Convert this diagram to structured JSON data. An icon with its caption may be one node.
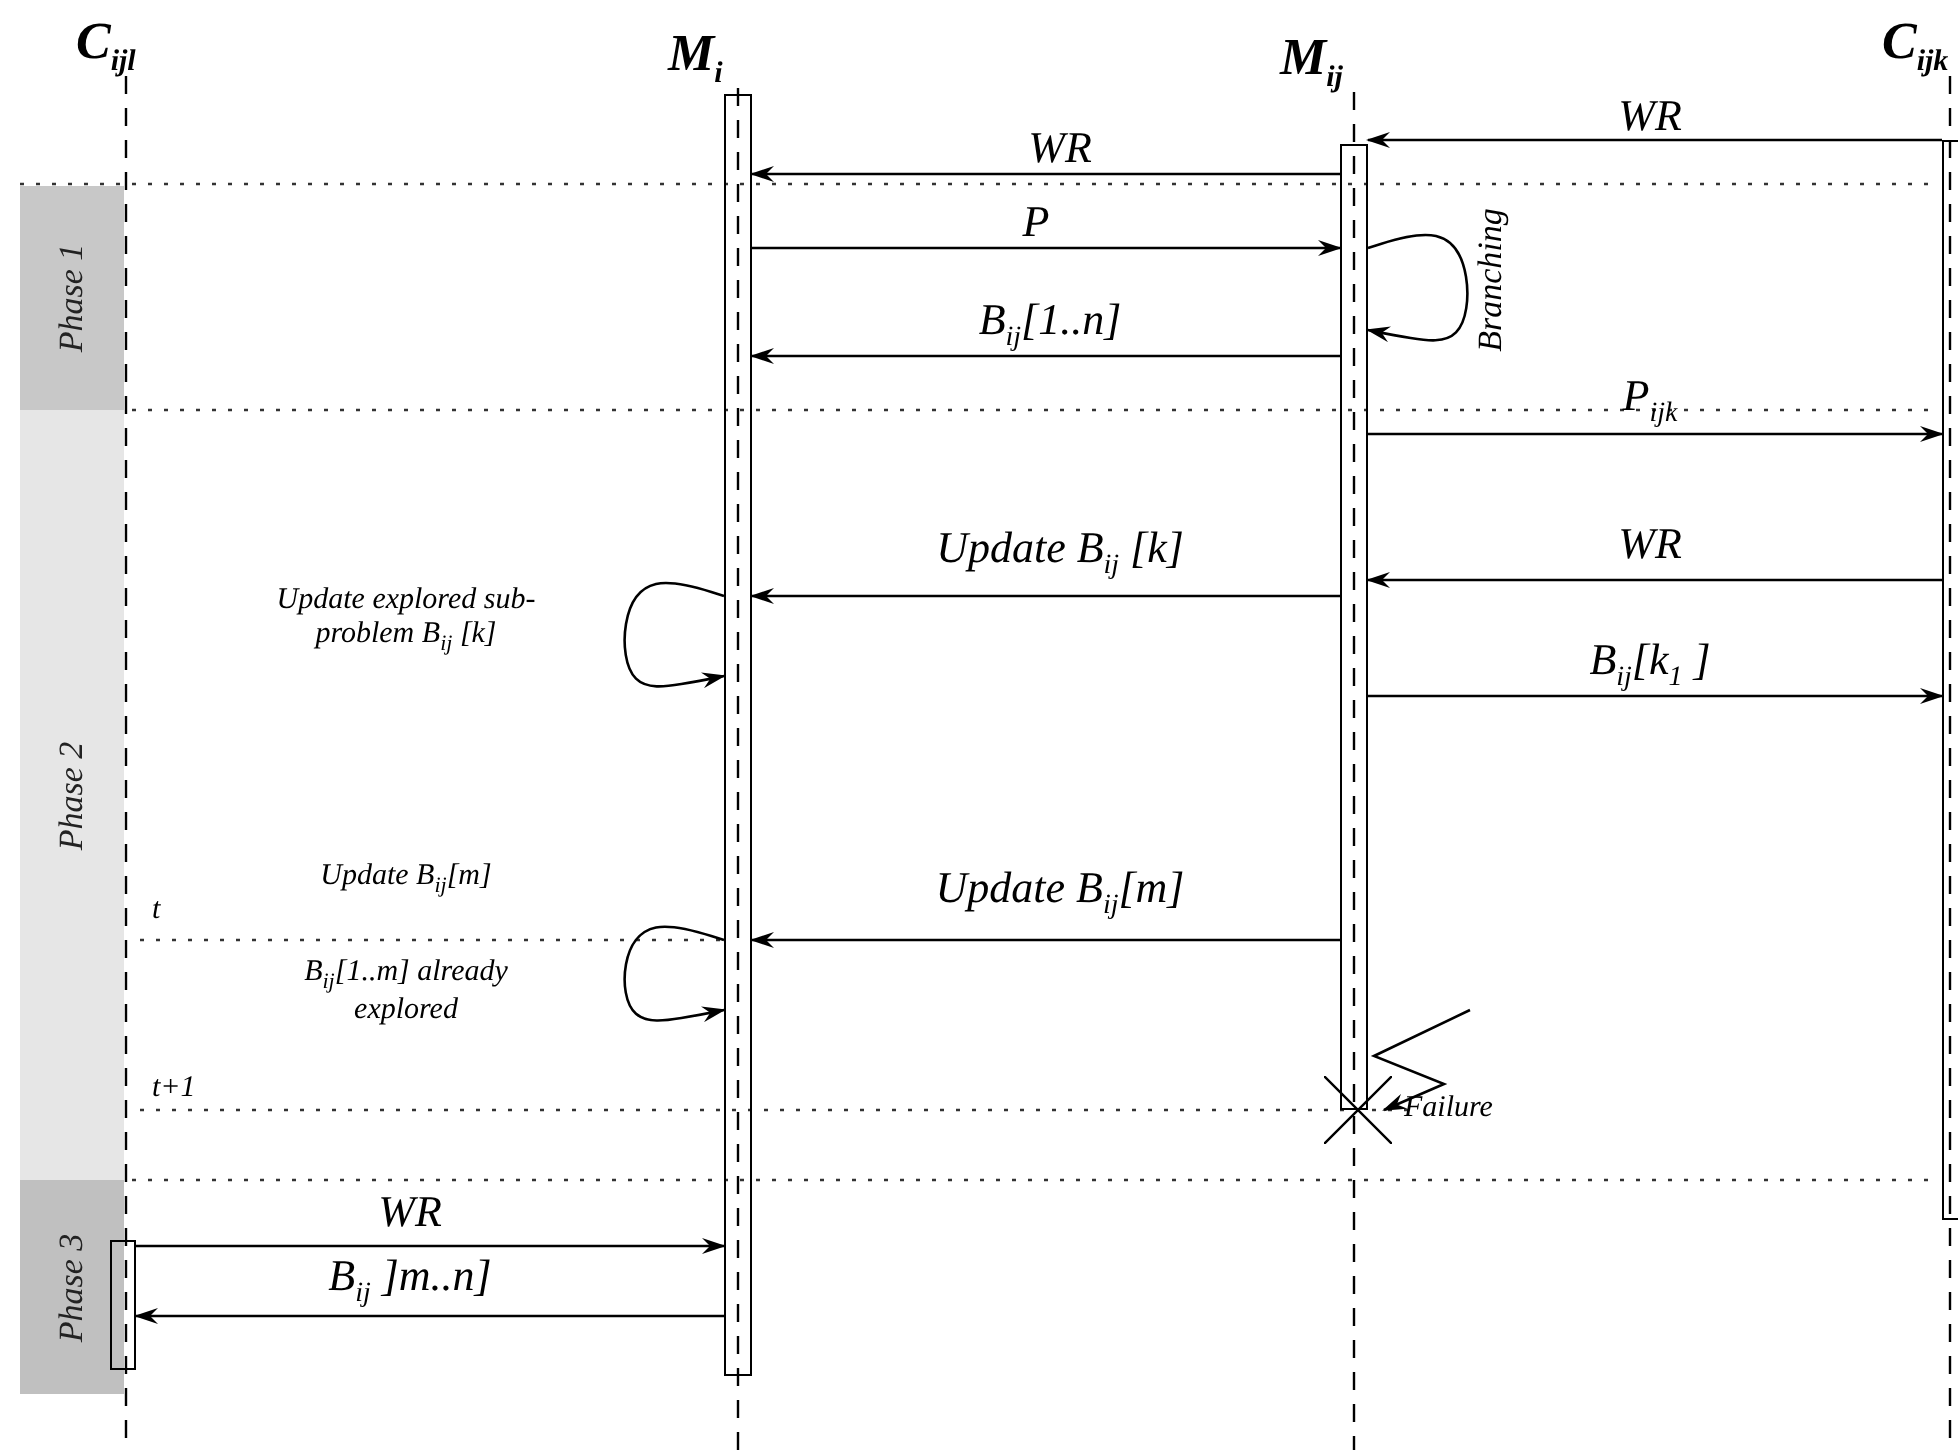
{
  "diagram": {
    "nodes": [
      {
        "text": [
          "C$_{ijl}$"
        ]
      },
      {
        "text": [
          "M$_{i}$"
        ]
      },
      {
        "text": [
          "M$_{ij}$"
        ]
      },
      {
        "text": [
          "C$_{ijk}$"
        ]
      },
      {
        "text": [
          "Phase 1"
        ]
      },
      {
        "text": [
          "Phase 2"
        ]
      },
      {
        "text": [
          "Phase 3"
        ]
      },
      {
        "text": [],
        "shape": "bar"
      },
      {
        "text": [],
        "shape": "bar"
      },
      {
        "text": [],
        "shape": "bar"
      },
      {
        "text": [],
        "shape": "bar"
      },
      {
        "text": [],
        "shape": "cross",
        "beside": [
          "Failure"
        ]
      }
    ],
    "edges": [
      {
        "from": 9,
        "to": 8,
        "arrow": "to",
        "label": "WR"
      },
      {
        "from": 10,
        "to": 9,
        "arrow": "to",
        "label": "WR"
      },
      {
        "from": 8,
        "to": 9,
        "arrow": "to",
        "label": "P"
      },
      {
        "from": 9,
        "to": 9,
        "arrow": "to",
        "label": "Branching"
      },
      {
        "from": 9,
        "to": 8,
        "arrow": "to",
        "label": "B$_{ij}$[1..n]"
      },
      {
        "from": 9,
        "to": 10,
        "arrow": "to",
        "label": "P$_{ijk}$"
      },
      {
        "from": 9,
        "to": 8,
        "arrow": "to",
        "label": "Update B$_{ij}$ [k]"
      },
      {
        "from": 10,
        "to": 9,
        "arrow": "to",
        "label": "WR"
      },
      {
        "from": 8,
        "to": 8,
        "arrow": "to",
        "label": "Update explored sub-problem B$_{ij}$ [k]"
      },
      {
        "from": 9,
        "to": 10,
        "arrow": "to",
        "label": "B$_{ij}$[k$_{1}$ ]"
      },
      {
        "from": 9,
        "to": 8,
        "arrow": "to",
        "label": "Update B$_{ij}$[m]"
      },
      {
        "from": 8,
        "to": 8,
        "arrow": "to",
        "label": "Update B$_{ij}$[m]"
      },
      {
        "from": null,
        "to": 11,
        "arrow": "to"
      },
      {
        "from": 7,
        "to": 8,
        "arrow": "to",
        "label": "WR"
      },
      {
        "from": 8,
        "to": 7,
        "arrow": "to",
        "label": "B$_{ij}$ ]m..n]"
      }
    ],
    "labels": [
      "t",
      "B$_{ij}$[1..m] already explored",
      "t+1"
    ]
  }
}
